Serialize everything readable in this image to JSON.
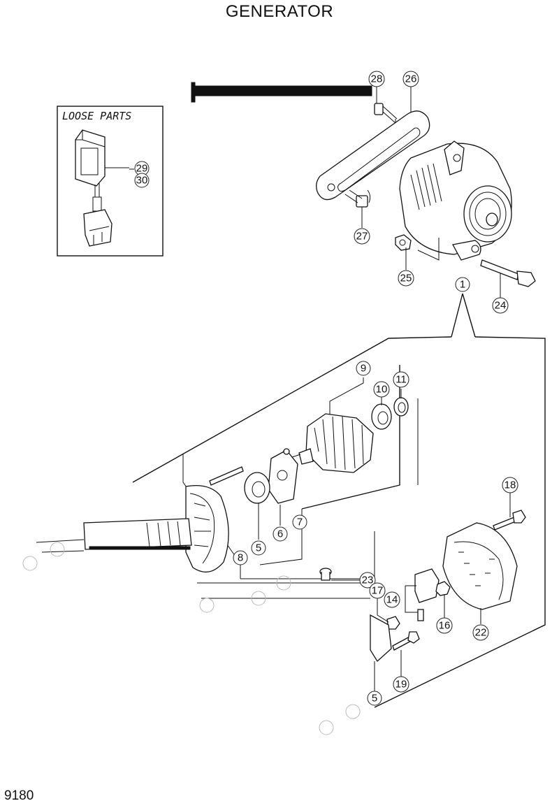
{
  "title": "GENERATOR",
  "page_number": "9180",
  "loose_parts": {
    "label": "LOOSE PARTS"
  },
  "callouts": {
    "c1": "1",
    "c5a": "5",
    "c5b": "5",
    "c6": "6",
    "c7": "7",
    "c8": "8",
    "c9": "9",
    "c10": "10",
    "c11": "11",
    "c14": "14",
    "c16": "16",
    "c17": "17",
    "c18": "18",
    "c19": "19",
    "c22": "22",
    "c23": "23",
    "c24": "24",
    "c25": "25",
    "c26": "26",
    "c27": "27",
    "c28": "28",
    "c29": "29",
    "c30": "30"
  }
}
